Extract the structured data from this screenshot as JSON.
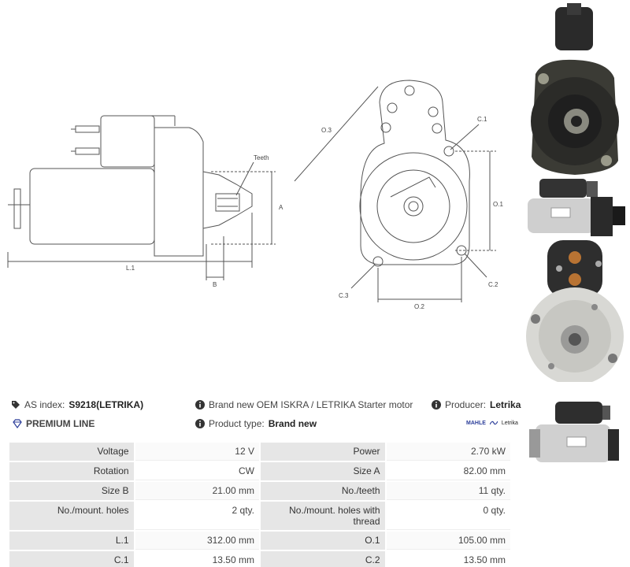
{
  "drawing": {
    "labels": {
      "teeth": "Teeth",
      "a": "A",
      "b": "B",
      "l1": "L.1",
      "o3": "O.3",
      "c1": "C.1",
      "o1": "O.1",
      "c2": "C.2",
      "c3": "C.3",
      "o2": "O.2"
    }
  },
  "info": {
    "as_index_label": "AS index:",
    "as_index_value": "S9218(LETRIKA)",
    "description": "Brand new OEM ISKRA / LETRIKA Starter motor",
    "producer_label": "Producer:",
    "producer_value": "Letrika",
    "premium_line": "PREMIUM LINE",
    "product_type_label": "Product type:",
    "product_type_value": "Brand new",
    "brand_logo_a": "MAHLE",
    "brand_logo_b": "Letrika",
    "icons": [
      "tag-icon",
      "info-icon",
      "diamond-icon"
    ]
  },
  "specs": [
    [
      {
        "k": "Voltage",
        "v": "12 V"
      },
      {
        "k": "Power",
        "v": "2.70 kW"
      }
    ],
    [
      {
        "k": "Rotation",
        "v": "CW"
      },
      {
        "k": "Size A",
        "v": "82.00 mm"
      }
    ],
    [
      {
        "k": "Size B",
        "v": "21.00 mm"
      },
      {
        "k": "No./teeth",
        "v": "11 qty."
      }
    ],
    [
      {
        "k": "No./mount. holes",
        "v": "2 qty."
      },
      {
        "k": "No./mount. holes with thread",
        "v": "0 qty."
      }
    ],
    [
      {
        "k": "L.1",
        "v": "312.00 mm"
      },
      {
        "k": "O.1",
        "v": "105.00 mm"
      }
    ],
    [
      {
        "k": "C.1",
        "v": "13.50 mm"
      },
      {
        "k": "C.2",
        "v": "13.50 mm"
      }
    ]
  ],
  "colors": {
    "accent": "#2c3e9a",
    "key_bg": "#e6e6e6",
    "line": "#555555"
  }
}
